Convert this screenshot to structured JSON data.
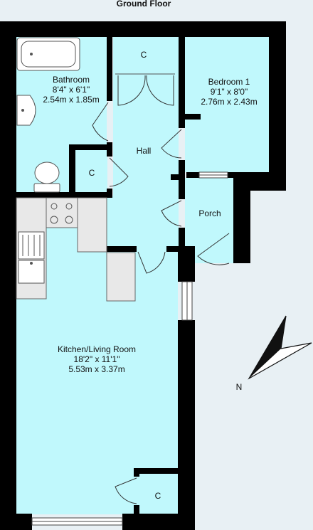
{
  "floor_title": "Ground Floor",
  "rooms": {
    "bathroom": {
      "name": "Bathroom",
      "imperial": "8'4\" x 6'1\"",
      "metric": "2.54m x 1.85m"
    },
    "bedroom": {
      "name": "Bedroom 1",
      "imperial": "9'1\" x 8'0\"",
      "metric": "2.76m x 2.43m"
    },
    "hall": {
      "name": "Hall"
    },
    "porch": {
      "name": "Porch"
    },
    "kitchen": {
      "name": "Kitchen/Living Room",
      "imperial": "18'2\" x 11'1\"",
      "metric": "5.53m x 3.37m"
    }
  },
  "cupboards": {
    "top": "C",
    "hall": "C",
    "kitchen": "C"
  },
  "compass": {
    "label": "N"
  },
  "colors": {
    "room_fill": "#c0f8fc",
    "wall": "#000000",
    "fixture": "#e8e8e8",
    "background": "#e8f0f4"
  }
}
